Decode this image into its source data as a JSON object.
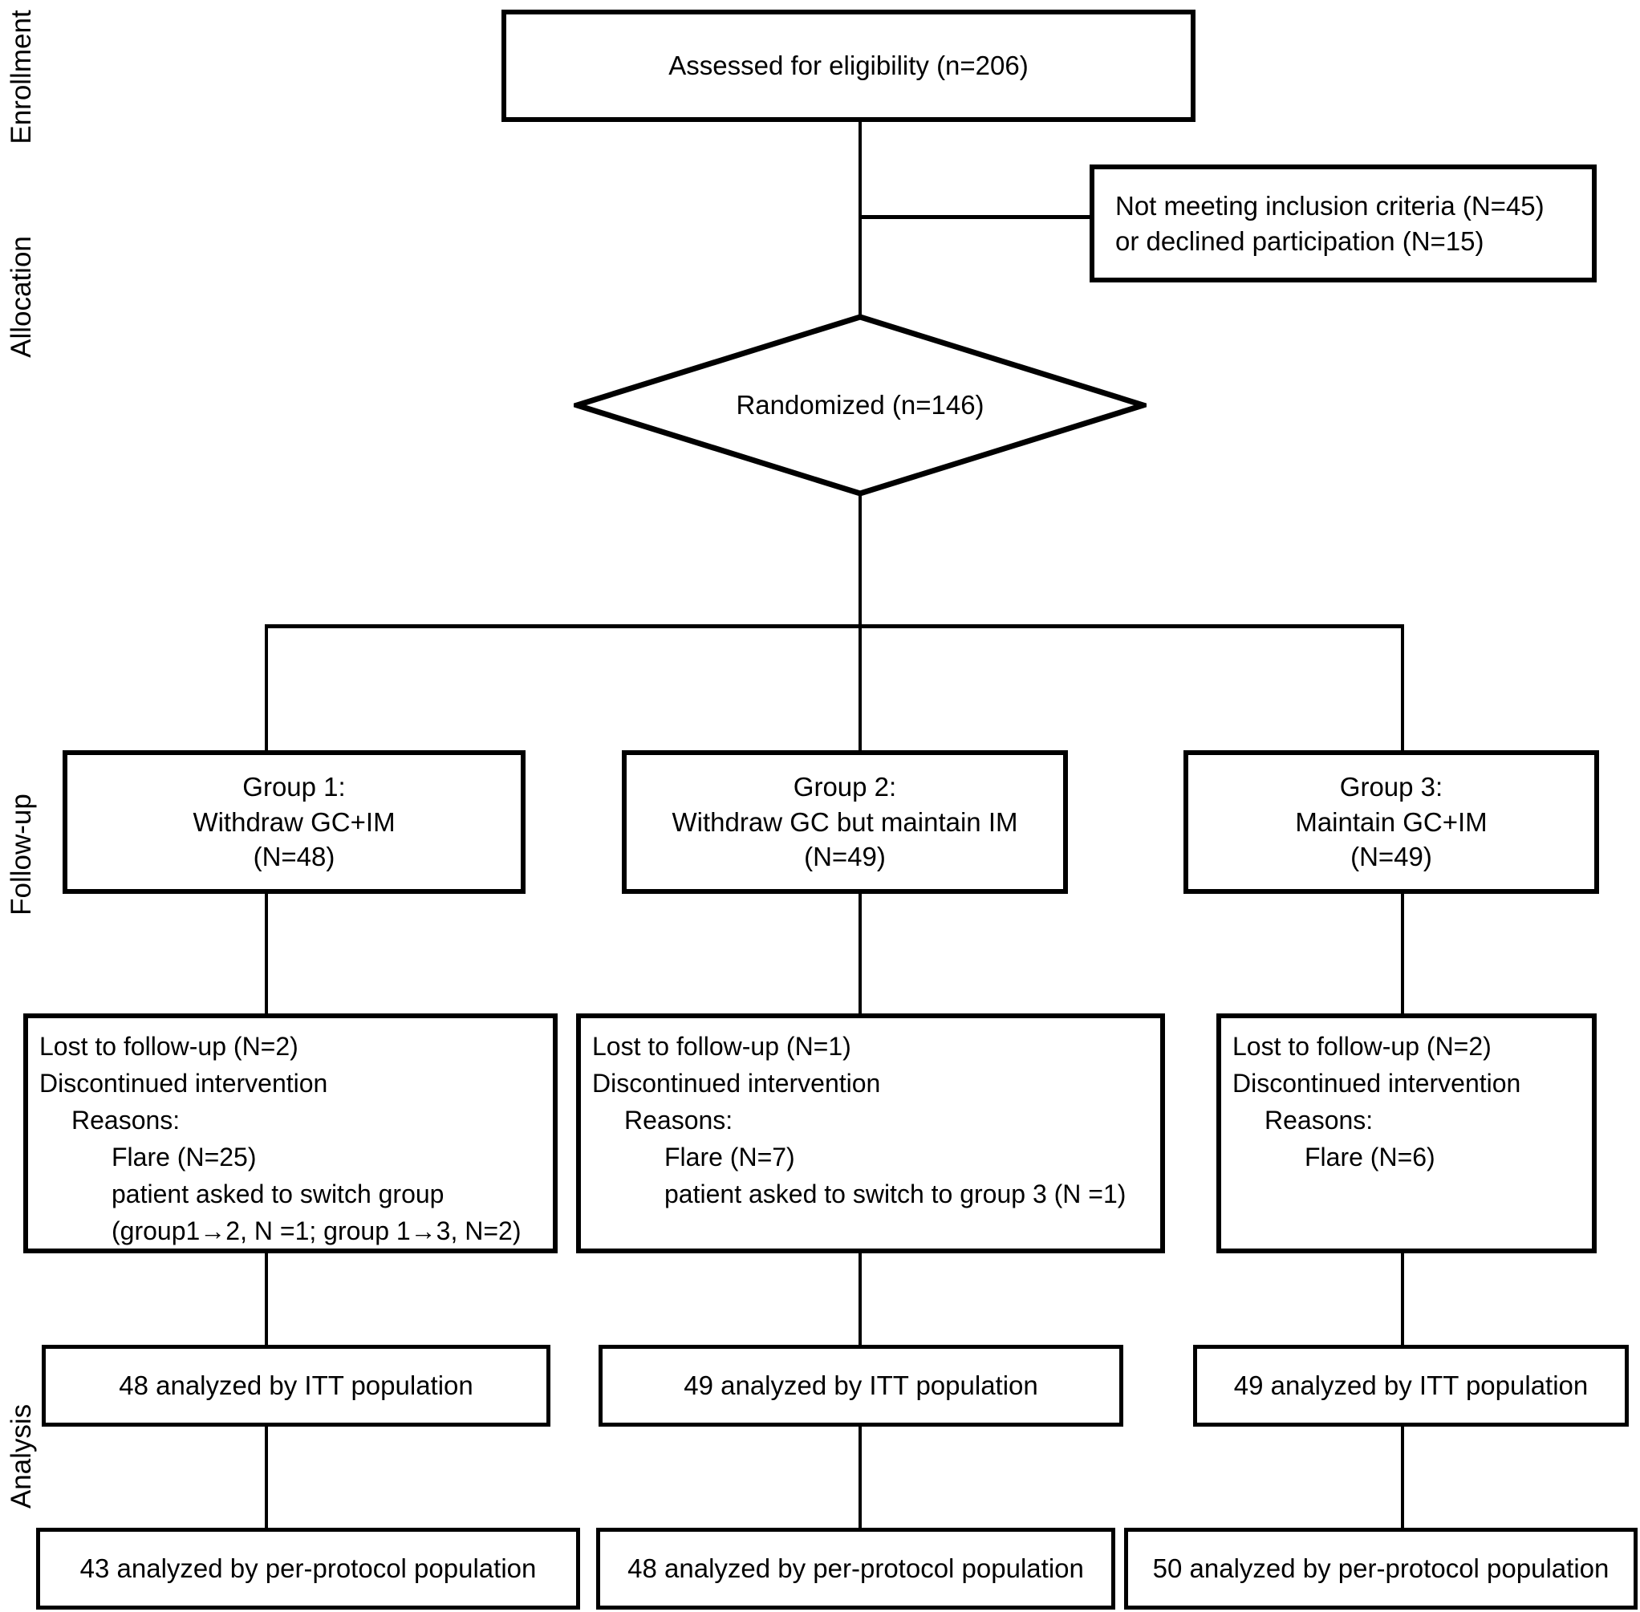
{
  "colors": {
    "ink": "#000000",
    "background": "#ffffff"
  },
  "diagram": {
    "stage_labels": [
      "Enrollment",
      "Allocation",
      "Follow-up",
      "Analysis"
    ],
    "enrollment": {
      "assessed": "Assessed for eligibility (n=206)",
      "excluded_line1": "Not meeting inclusion criteria (N=45)",
      "excluded_line2": "or declined participation (N=15)",
      "randomized": "Randomized (n=146)"
    },
    "groups": [
      {
        "title": "Group 1:",
        "intervention": "Withdraw GC+IM",
        "n": "(N=48)"
      },
      {
        "title": "Group 2:",
        "intervention": "Withdraw GC but maintain IM",
        "n": "(N=49)"
      },
      {
        "title": "Group 3:",
        "intervention": "Maintain GC+IM",
        "n": "(N=49)"
      }
    ],
    "followup": [
      {
        "lines": [
          {
            "text": "Lost to follow-up (N=2)"
          },
          {
            "text": "Discontinued intervention"
          },
          {
            "text": "Reasons:"
          },
          {
            "text": "Flare (N=25)"
          },
          {
            "text": "patient asked to switch group"
          },
          {
            "text": "(group1→2, N =1; group 1→3, N=2)"
          }
        ]
      },
      {
        "lines": [
          {
            "text": "Lost to follow-up (N=1)"
          },
          {
            "text": "Discontinued intervention"
          },
          {
            "text": "Reasons:"
          },
          {
            "text": "Flare (N=7)"
          },
          {
            "text": "patient asked to switch to group 3 (N =1)"
          }
        ]
      },
      {
        "lines": [
          {
            "text": "Lost to follow-up (N=2)"
          },
          {
            "text": "Discontinued intervention"
          },
          {
            "text": "Reasons:"
          },
          {
            "text": "Flare (N=6)"
          }
        ]
      }
    ],
    "itt": [
      "48 analyzed by ITT population",
      "49 analyzed by ITT population",
      "49 analyzed by ITT population"
    ],
    "per_protocol": [
      "43 analyzed by per-protocol population",
      "48 analyzed by per-protocol population",
      "50 analyzed by per-protocol population"
    ]
  }
}
